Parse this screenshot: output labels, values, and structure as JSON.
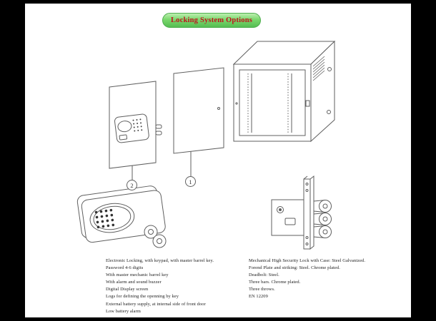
{
  "title": "Locking System Options",
  "callouts": {
    "panel_plain": "1",
    "panel_electronic": "2"
  },
  "electronic_lock": {
    "lines": [
      "Electronic Locking, with keypad, with master barrel key.",
      "Password 4-6 digits",
      "With master mechanic barrel key",
      "With alarm and sound buzzer",
      "Digital Display screen",
      "Logs for defining the openning by key",
      "External battery supply, at internal side of front door",
      "Low battery alarm"
    ]
  },
  "mechanical_lock": {
    "lines": [
      "Mechanical High Security Lock with Case: Steel Galvanized.",
      "Forend Plate and striking: Steel. Chrome plated.",
      "Deadbolt: Steel.",
      "Three bars. Chrome plated.",
      "Three throws.",
      "EN 12209"
    ]
  },
  "colors": {
    "title_text": "#c1121f",
    "title_pill_green": "#6ccf5f",
    "line_art": "#5f5f5f",
    "page_bg": "#ffffff",
    "frame_bg": "#000000"
  }
}
